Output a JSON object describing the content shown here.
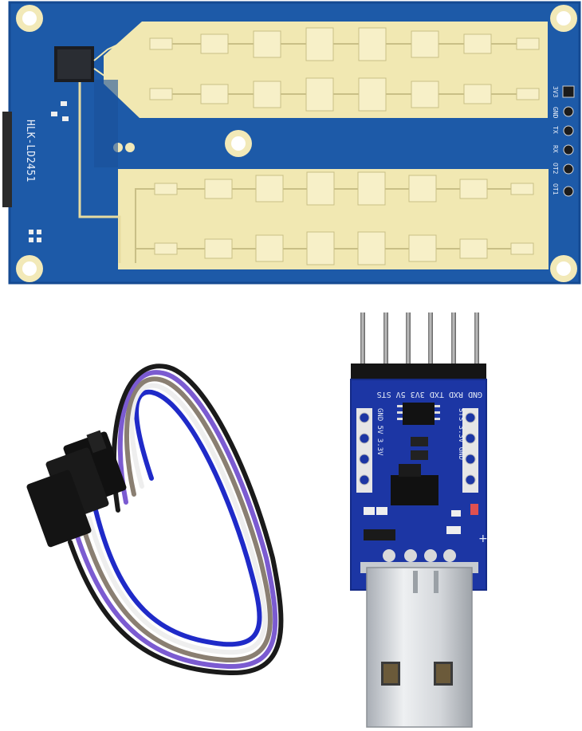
{
  "radar_board": {
    "label_vertical": "HLK-LD2451",
    "pins": [
      "3V3",
      "GND",
      "TX",
      "RX",
      "OT2",
      "OT1"
    ]
  },
  "usb_adapter": {
    "top_pins": "GND RXD TXD 3V3 5V STS",
    "left_labels": "GND 5V 3.3V",
    "right_labels": "STS 3.3V GND",
    "plus_mark": "+"
  },
  "colors": {
    "pcb_blue": "#1d5aa8",
    "antenna_gold": "#f1e8b2",
    "usb_blue": "#1c36a4",
    "metal": "#cfd3d8"
  }
}
